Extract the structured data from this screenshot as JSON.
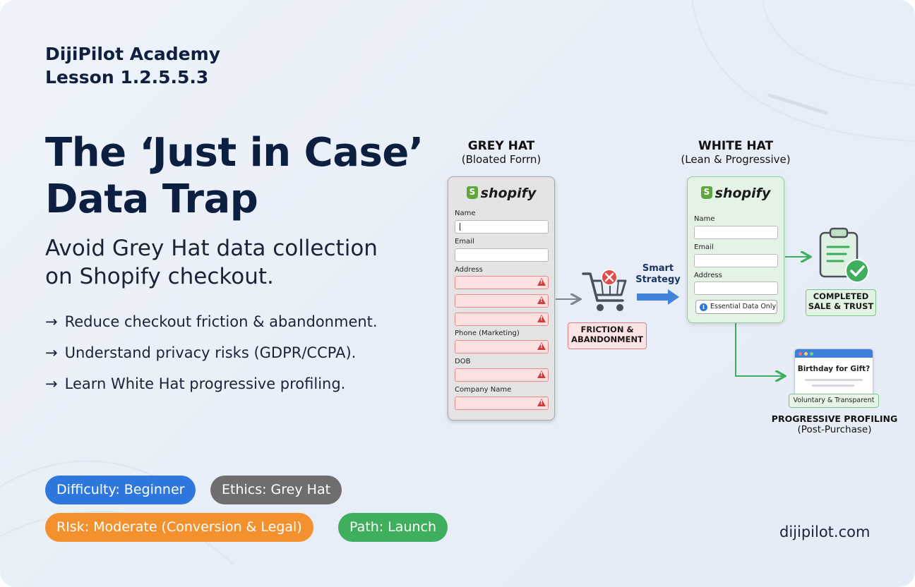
{
  "header": {
    "academy": "DijiPilot Academy",
    "lesson": "Lesson 1.2.5.5.3"
  },
  "title_lines": [
    "The ‘Just in Case’",
    "Data Trap"
  ],
  "subtitle_lines": [
    "Avoid Grey Hat data collection",
    "on Shopify checkout."
  ],
  "bullets": [
    "Reduce checkout friction & abandonment.",
    "Understand privacy risks (GDPR/CCPA).",
    "Learn White Hat progressive profiling."
  ],
  "bullet_arrow": "→",
  "tags": [
    {
      "label": "Difficulty: Beginner",
      "color": "#2e78dd"
    },
    {
      "label": "Ethics: Grey Hat",
      "color": "#6e6e6e"
    },
    {
      "label": "RIsk: Moderate (Conversion & Legal)",
      "color": "#f4912f"
    },
    {
      "label": "Path: Launch",
      "color": "#3fae5d"
    }
  ],
  "footer": {
    "site": "dijipilot.com"
  },
  "diagram": {
    "grey": {
      "heading": "GREY HAT",
      "subheading": "(Bloated Forrn)",
      "brand": "shopify",
      "fields": [
        {
          "label": "Name",
          "warn": false
        },
        {
          "label": "Email",
          "warn": false
        },
        {
          "label": "Address",
          "warn": true
        },
        {
          "label": "",
          "warn": true
        },
        {
          "label": "",
          "warn": true
        },
        {
          "label": "Phone (Marketing)",
          "warn": true
        },
        {
          "label": "DOB",
          "warn": true
        },
        {
          "label": "Company Name",
          "warn": true
        }
      ]
    },
    "white": {
      "heading": "WHITE HAT",
      "subheading": "(Lean & Progressive)",
      "brand": "shopify",
      "fields": [
        "Name",
        "Email",
        "Address"
      ],
      "badge": "Essential Data Only"
    },
    "friction": [
      "FRICTION &",
      "ABANDONMENT"
    ],
    "smart": [
      "Smart",
      "Strategy"
    ],
    "completed": [
      "COMPLETED",
      "SALE & TRUST"
    ],
    "popup_text": "Birthday for Gift?",
    "voluntary": "Voluntary & Transparent",
    "progressive": {
      "heading": "PROGRESSIVE PROFILING",
      "subheading": "(Post-Purchase)"
    },
    "colors": {
      "warn": "#d23c3c",
      "good": "#3fae5d",
      "arrow_blue": "#2f77d6",
      "arrow_grey": "#7d8591"
    }
  }
}
